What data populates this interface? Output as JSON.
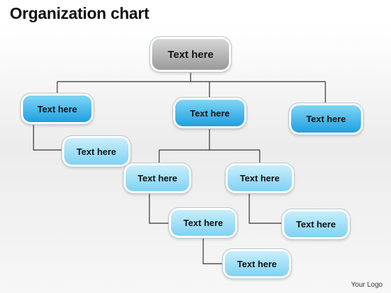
{
  "title": "Organization chart",
  "nodes": {
    "root": "Text here",
    "left": "Text here",
    "left_child": "Text here",
    "center": "Text here",
    "right": "Text here",
    "center_left": "Text here",
    "center_left_child": "Text here",
    "center_left_grandchild": "Text here",
    "center_right": "Text here",
    "center_right_child": "Text here"
  },
  "footer_logo": "Your Logo",
  "colors": {
    "root_gradient": [
      "#d6d6d6",
      "#9a9a9a"
    ],
    "node_dark_gradient": [
      "#7fd6f5",
      "#1f9fe0"
    ],
    "node_light_gradient": [
      "#c8eefb",
      "#7fd2f3"
    ],
    "connector": "#333333"
  }
}
